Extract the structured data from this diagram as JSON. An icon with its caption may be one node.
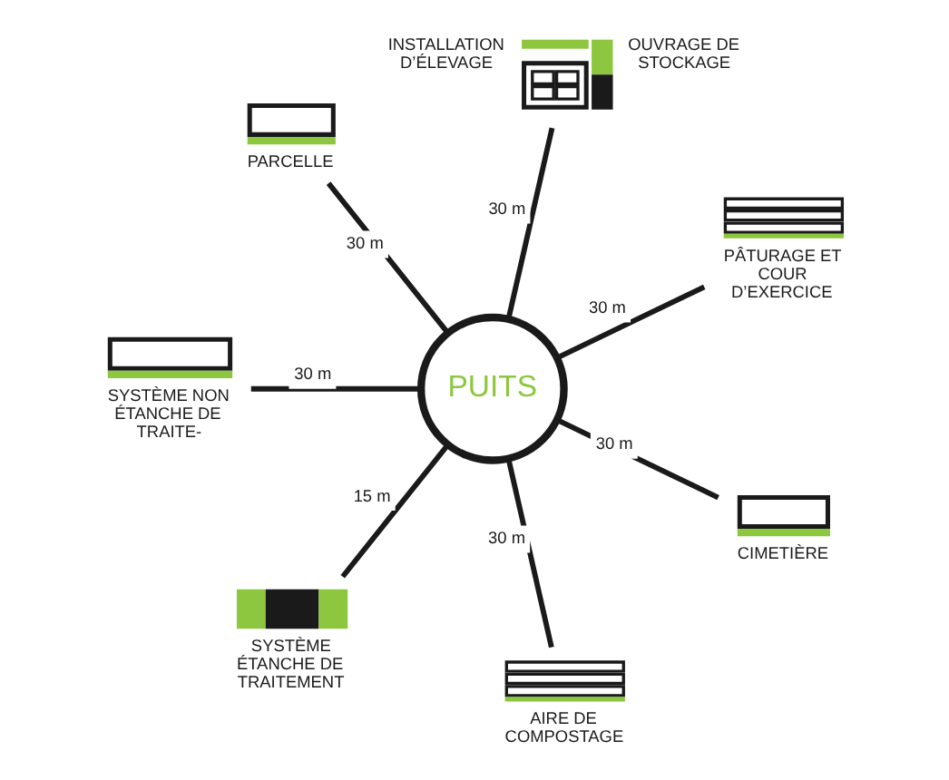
{
  "diagram": {
    "nodes": [
      {
        "text": [],
        "shape": "picture",
        "beside": [
          "INSTALLATION D’ÉLEVAGE",
          "OUVRAGE DE STOCKAGE"
        ]
      },
      {
        "text": [
          "PARCELLE"
        ]
      },
      {
        "text": [
          "PÂTURAGE ET COUR D’EXERCICE"
        ]
      },
      {
        "text": [
          "PUITS"
        ]
      },
      {
        "text": [
          "SYSTÈME NON ÉTANCHE DE TRAITE-"
        ]
      },
      {
        "text": [
          "CIMETIÈRE"
        ]
      },
      {
        "text": [
          "SYSTÈME ÉTANCHE DE TRAITEMENT"
        ]
      },
      {
        "text": [
          "AIRE DE COMPOSTAGE"
        ]
      }
    ],
    "edges": [
      {
        "from": 3,
        "to": 0,
        "arrow": "none",
        "label": "30 m"
      },
      {
        "from": 3,
        "to": 2,
        "arrow": "none",
        "label": "30 m"
      },
      {
        "from": 3,
        "to": 5,
        "arrow": "none",
        "label": "30 m"
      },
      {
        "from": 3,
        "to": 7,
        "arrow": "none",
        "label": "30 m"
      },
      {
        "from": 3,
        "to": 6,
        "arrow": "none",
        "label": "15 m"
      },
      {
        "from": 3,
        "to": 4,
        "arrow": "none",
        "label": "30 m"
      },
      {
        "from": 3,
        "to": 1,
        "arrow": "none",
        "label": "30 m"
      }
    ]
  }
}
